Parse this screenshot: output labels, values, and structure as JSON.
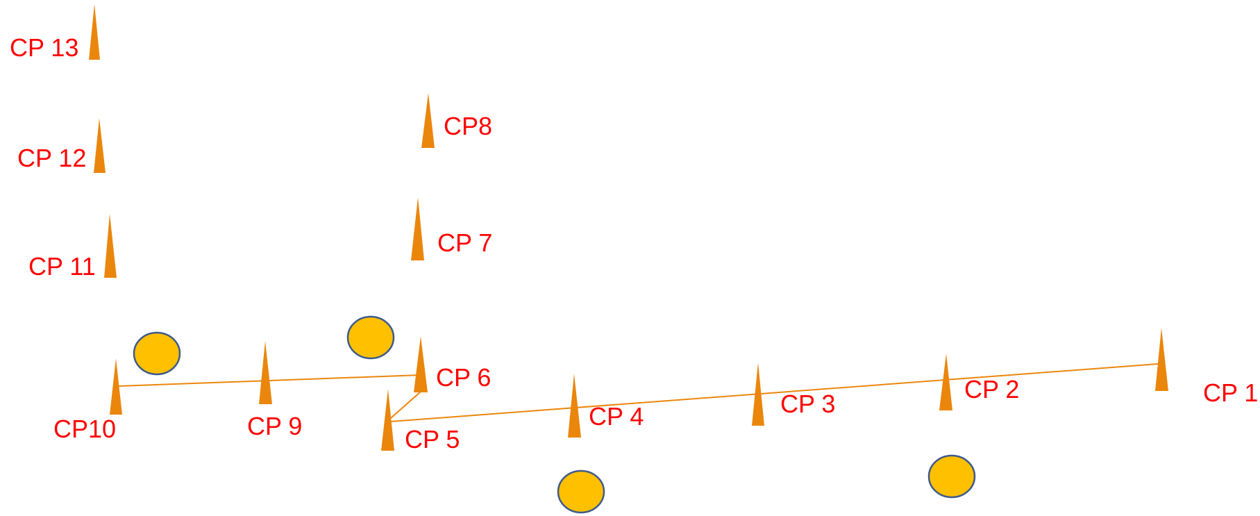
{
  "colors": {
    "background": "#ffffff",
    "cone": "#ea860c",
    "line": "#ea860c",
    "label": "#ff0000",
    "circle_fill": "#ffc000",
    "circle_stroke": "#3d5a8c"
  },
  "labels": {
    "cp13": "CP 13",
    "cp12": "CP 12",
    "cp11": "CP 11",
    "cp8": "CP8",
    "cp7": "CP 7",
    "cp6": "CP 6",
    "cp5": "CP 5",
    "cp4": "CP 4",
    "cp3": "CP 3",
    "cp2": "CP 2",
    "cp1": "CP 1",
    "cp9": "CP 9",
    "cp10": "CP10"
  }
}
